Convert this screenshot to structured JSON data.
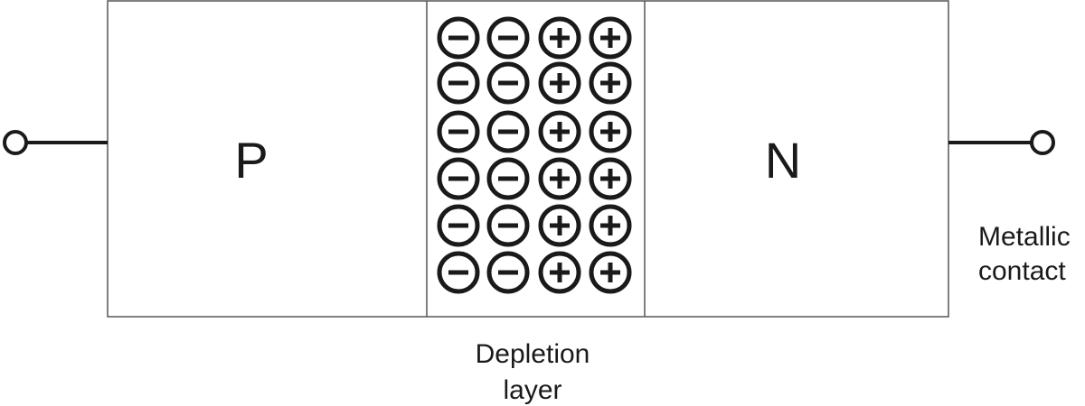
{
  "labels": {
    "p_region": "P",
    "n_region": "N",
    "depletion_line1": "Depletion",
    "depletion_line2": "layer",
    "contact_line1": "Metallic",
    "contact_line2": "contact"
  },
  "depletion": {
    "negative_ion_columns": 2,
    "positive_ion_columns": 2,
    "rows": 6,
    "negative_symbol": "−",
    "positive_symbol": "+"
  },
  "colors": {
    "outline": "#555555",
    "ink": "#1a1a1a"
  }
}
